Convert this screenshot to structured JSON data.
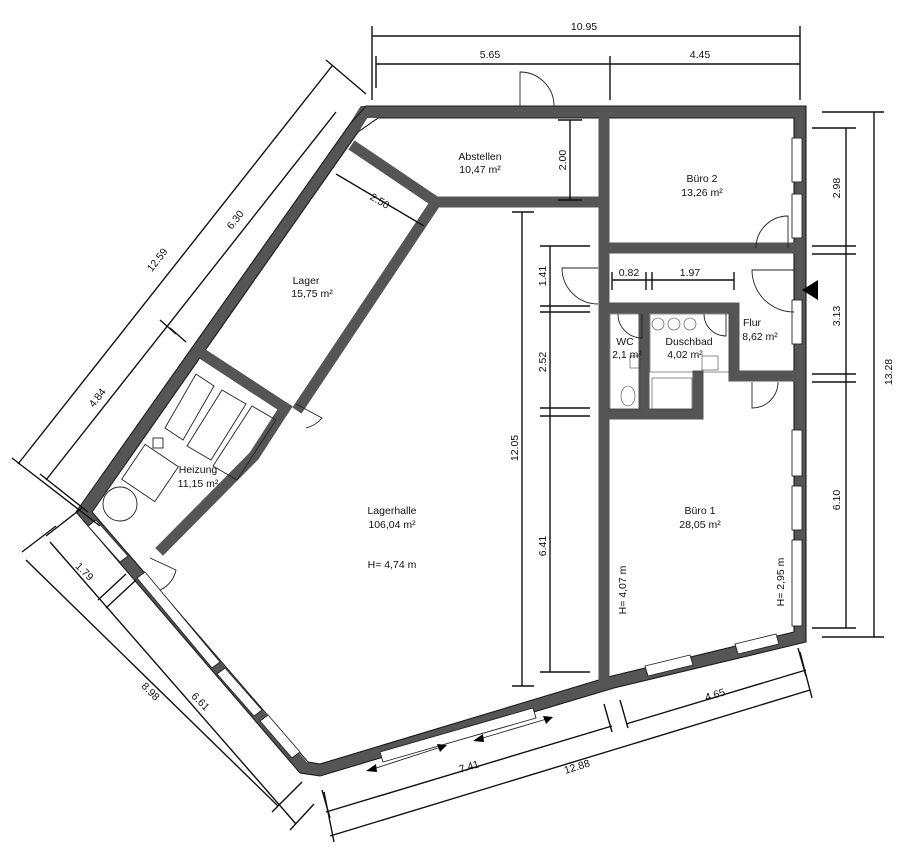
{
  "rooms": {
    "abstellen": {
      "name": "Abstellen",
      "area": "10,47 m²"
    },
    "buero2": {
      "name": "Büro 2",
      "area": "13,26 m²"
    },
    "lager": {
      "name": "Lager",
      "area": "15,75 m²"
    },
    "flur": {
      "name": "Flur",
      "area": "8,62 m²"
    },
    "wc": {
      "name": "WC",
      "area": "2,1 m²"
    },
    "duschbad": {
      "name": "Duschbad",
      "area": "4,02 m²"
    },
    "heizung": {
      "name": "Heizung",
      "area": "11,15 m²"
    },
    "lagerhalle": {
      "name": "Lagerhalle",
      "area": "106,04 m²",
      "height": "H= 4,74 m"
    },
    "buero1": {
      "name": "Büro 1",
      "area": "28,05 m²"
    }
  },
  "heights": {
    "left": "H= 4,07 m",
    "right": "H= 2,95 m"
  },
  "dimensions": {
    "top_total": "10.95",
    "top_left": "5.65",
    "top_right": "4.45",
    "right_total": "13.28",
    "right_top": "2.98",
    "right_mid": "3.13",
    "right_bottom": "6.10",
    "inner_abstellen": "2.00",
    "inner_1_41": "1.41",
    "inner_2_52": "2.52",
    "inner_12_05": "12.05",
    "inner_6_41": "6.41",
    "flur_0_82": "0.82",
    "flur_1_97": "1.97",
    "lager_width": "2.50",
    "diag_12_59": "12.59",
    "diag_6_30": "6.30",
    "diag_4_84": "4.84",
    "left_1_79": "1.79",
    "left_8_98": "8.98",
    "left_6_61": "6.61",
    "bottom_12_88": "12.88",
    "bottom_7_41": "7.41",
    "bottom_4_65": "4.65"
  }
}
